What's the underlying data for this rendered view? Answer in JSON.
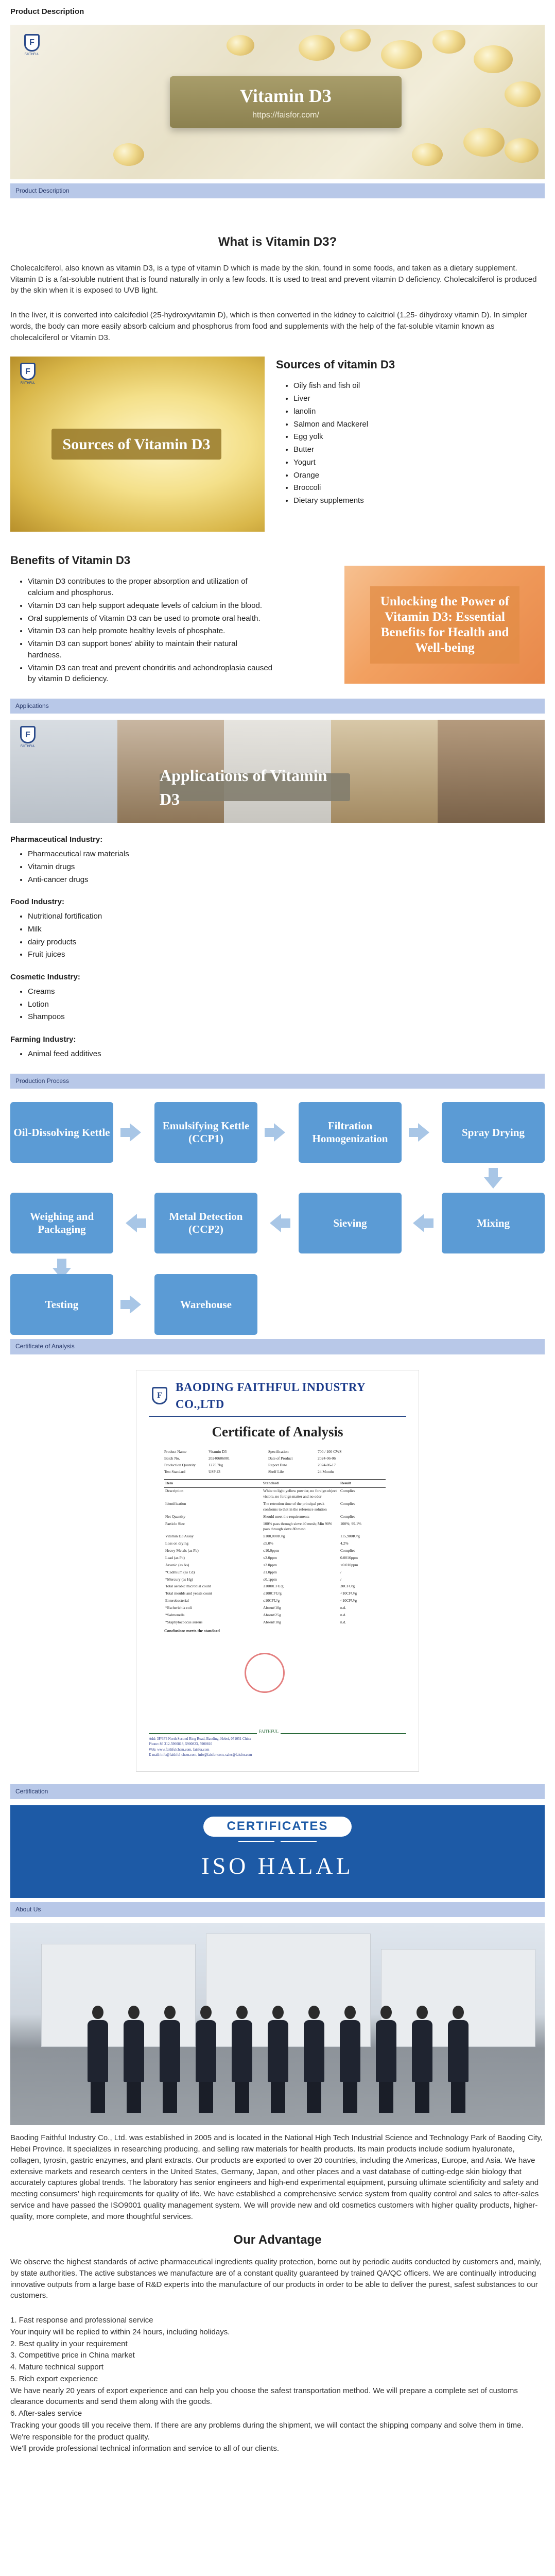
{
  "page": {
    "top_title": "Product Description"
  },
  "hero": {
    "brand": "FAITHFUL",
    "title": "Vitamin D3",
    "url": "https://faisfor.com/"
  },
  "sections": {
    "product_description": "Product Description",
    "applications": "Applications",
    "production_process": "Production Process",
    "certificate_of_analysis": "Certificate of Analysis",
    "certification": "Certification",
    "about_us": "About Us"
  },
  "what_is": {
    "heading": "What is Vitamin D3?",
    "p1": "Cholecalciferol, also known as vitamin D3, is a type of vitamin D which is made by the skin, found in some foods, and taken as a dietary supplement. Vitamin D is a fat-soluble nutrient that is found naturally in only a few foods. It is used to treat and prevent vitamin D deficiency. Cholecalciferol is produced by the skin when it is exposed to UVB light.",
    "p2": "In the liver, it is converted into calcifediol (25-hydroxyvitamin D), which is then converted in the kidney to calcitriol (1,25- dihydroxy vitamin D). In simpler words, the body can more easily absorb calcium and phosphorus from food and supplements with the help of the fat-soluble vitamin known as cholecalciferol or Vitamin D3."
  },
  "sources": {
    "image_caption": "Sources of Vitamin D3",
    "heading": "Sources of vitamin D3",
    "items": [
      "Oily fish and fish oil",
      "Liver",
      "lanolin",
      "Salmon and Mackerel",
      "Egg yolk",
      "Butter",
      "Yogurt",
      "Orange",
      "Broccoli",
      "Dietary supplements"
    ]
  },
  "benefits": {
    "heading": "Benefits of Vitamin D3",
    "image_caption": "Unlocking the Power of Vitamin D3: Essential Benefits for Health and Well-being",
    "items": [
      "Vitamin D3 contributes to the proper absorption and utilization of calcium and phosphorus.",
      "Vitamin D3 can help support adequate levels of calcium in the blood.",
      "Oral supplements of Vitamin D3 can be used to promote oral health.",
      "Vitamin D3 can help promote healthy levels of phosphate.",
      "Vitamin D3 can support bones' ability to maintain their natural hardness.",
      "Vitamin D3 can treat and prevent chondritis and achondroplasia caused by vitamin D deficiency."
    ]
  },
  "applications": {
    "image_caption": "Applications of Vitamin D3",
    "categories": [
      {
        "title": "Pharmaceutical Industry:",
        "items": [
          "Pharmaceutical raw materials",
          "Vitamin drugs",
          "Anti-cancer drugs"
        ]
      },
      {
        "title": "Food Industry:",
        "items": [
          "Nutritional fortification",
          "Milk",
          "dairy products",
          "Fruit juices"
        ]
      },
      {
        "title": "Cosmetic Industry:",
        "items": [
          "Creams",
          "Lotion",
          "Shampoos"
        ]
      },
      {
        "title": "Farming Industry:",
        "items": [
          "Animal feed additives"
        ]
      }
    ]
  },
  "process": {
    "steps": [
      "Oil-Dissolving Kettle",
      "Emulsifying Kettle (CCP1)",
      "Filtration Homogenization",
      "Spray Drying",
      "Mixing",
      "Sieving",
      "Metal Detection (CCP2)",
      "Weighing and Packaging",
      "Testing",
      "Warehouse"
    ]
  },
  "certificate": {
    "company": "BAODING FAITHFUL INDUSTRY CO.,LTD",
    "title": "Certificate of Analysis",
    "meta": [
      [
        "Product Name",
        "Vitamin D3",
        "Specification",
        "700 / 100 CWS"
      ],
      [
        "Batch No.",
        "20240606001",
        "Date of Product",
        "2024-06-06"
      ],
      [
        "Production Quantity",
        "1275.7kg",
        "Report Date",
        "2024-06-17"
      ],
      [
        "Test Standard",
        "USP 43",
        "Shelf Life",
        "24 Months"
      ]
    ],
    "headers": [
      "Item",
      "Standard",
      "Result"
    ],
    "rows": [
      [
        "Description",
        "White to light yellow powder, no foreign object visible, no foreign matter and no odor",
        "Complies"
      ],
      [
        "Identification",
        "The retention time of the principal peak conforms to that in the reference solution",
        "Complies"
      ],
      [
        "Net Quantity",
        "Should meet the requirements",
        "Complies"
      ],
      [
        "Particle Size",
        "100% pass through sieve 40 mesh; Min 90% pass through sieve 80 mesh",
        "100%; 99.1%"
      ],
      [
        "Vitamin D3 Assay",
        "≥100,000IU/g",
        "115,900IU/g"
      ],
      [
        "Loss on drying",
        "≤5.0%",
        "4.2%"
      ],
      [
        "Heavy Metals (as Pb)",
        "≤10.0ppm",
        "Complies"
      ],
      [
        "Lead (as Pb)",
        "≤2.0ppm",
        "0.0016ppm"
      ],
      [
        "Arsenic (as As)",
        "≤2.0ppm",
        "<0.010ppm"
      ],
      [
        "*Cadmium (as Cd)",
        "≤1.0ppm",
        "/"
      ],
      [
        "*Mercury (as Hg)",
        "≤0.1ppm",
        "/"
      ],
      [
        "Total aerobic microbial count",
        "≤1000CFU/g",
        "30CFU/g"
      ],
      [
        "Total moulds and yeasts count",
        "≤100CFU/g",
        "<10CFU/g"
      ],
      [
        "Enterobacterial",
        "≤10CFU/g",
        "<10CFU/g"
      ],
      [
        "*Escherichia coli",
        "Absent/10g",
        "n.d."
      ],
      [
        "*Salmonella",
        "Absent/25g",
        "n.d."
      ],
      [
        "*Staphylococcus aureus",
        "Absent/10g",
        "n.d."
      ]
    ],
    "conclusion": "Conclusion: meets the standard",
    "footer_brand": "FAITHFUL",
    "footer_lines": [
      "Add: 3F/3F4 North Second Ring Road, Baoding, Hebei, 071051 China",
      "Phone: 86 312-5900818, 5900823, 5900810",
      "Web: www.faithfulchem.com, faisfor.com",
      "E-mail: info@faithful-chem.com, info@faisfor.com, sales@faisfor.com"
    ]
  },
  "certification": {
    "pill": "CERTIFICATES",
    "text": "ISO  HALAL"
  },
  "about": {
    "paragraph": "Baoding Faithful Industry Co., Ltd. was established in 2005 and is located in the National High Tech Industrial Science and Technology Park of Baoding City, Hebei Province. It specializes in researching producing, and selling raw materials for health products. Its main products include sodium hyaluronate, collagen, tyrosin, gastric enzymes, and plant extracts. Our products are exported to over 20 countries, including the Americas, Europe, and Asia. We have extensive markets and research centers in the United States, Germany, Japan, and other places and a vast database of cutting-edge skin biology that accurately captures global trends. The laboratory has senior engineers and high-end experimental equipment, pursuing ultimate scientificity and safety and meeting consumers' high requirements for quality of life. We have established a comprehensive service system from quality control and sales to after-sales service and have passed the ISO9001 quality management system. We will provide new and old cosmetics customers with higher quality products, higher-quality, more complete, and more thoughtful services."
  },
  "advantage": {
    "heading": "Our Advantage",
    "intro": "We observe the highest standards of active pharmaceutical ingredients quality protection, borne out by periodic audits conducted by customers and, mainly, by state authorities. The active substances we manufacture are of a constant quality guaranteed by trained QA/QC officers. We are continually introducing innovative outputs from a large base of R&D experts into the manufacture of our products in order to be able to deliver the purest, safest substances to our customers.",
    "points": [
      "1. Fast response and professional service",
      "Your inquiry will be replied to within 24 hours, including holidays.",
      "2. Best quality in your requirement",
      "3. Competitive price in China market",
      "4. Mature technical support",
      "5. Rich export experience",
      "We have nearly 20 years of export experience and can help you choose the safest transportation method. We will prepare a complete set of customs clearance documents and send them along with the goods.",
      "6. After-sales service",
      "Tracking your goods till you receive them. If there are any problems during the shipment, we will contact the shipping company and solve them in time.",
      "We're responsible for the product quality.",
      "We'll provide professional technical information and service to all of our clients."
    ]
  }
}
